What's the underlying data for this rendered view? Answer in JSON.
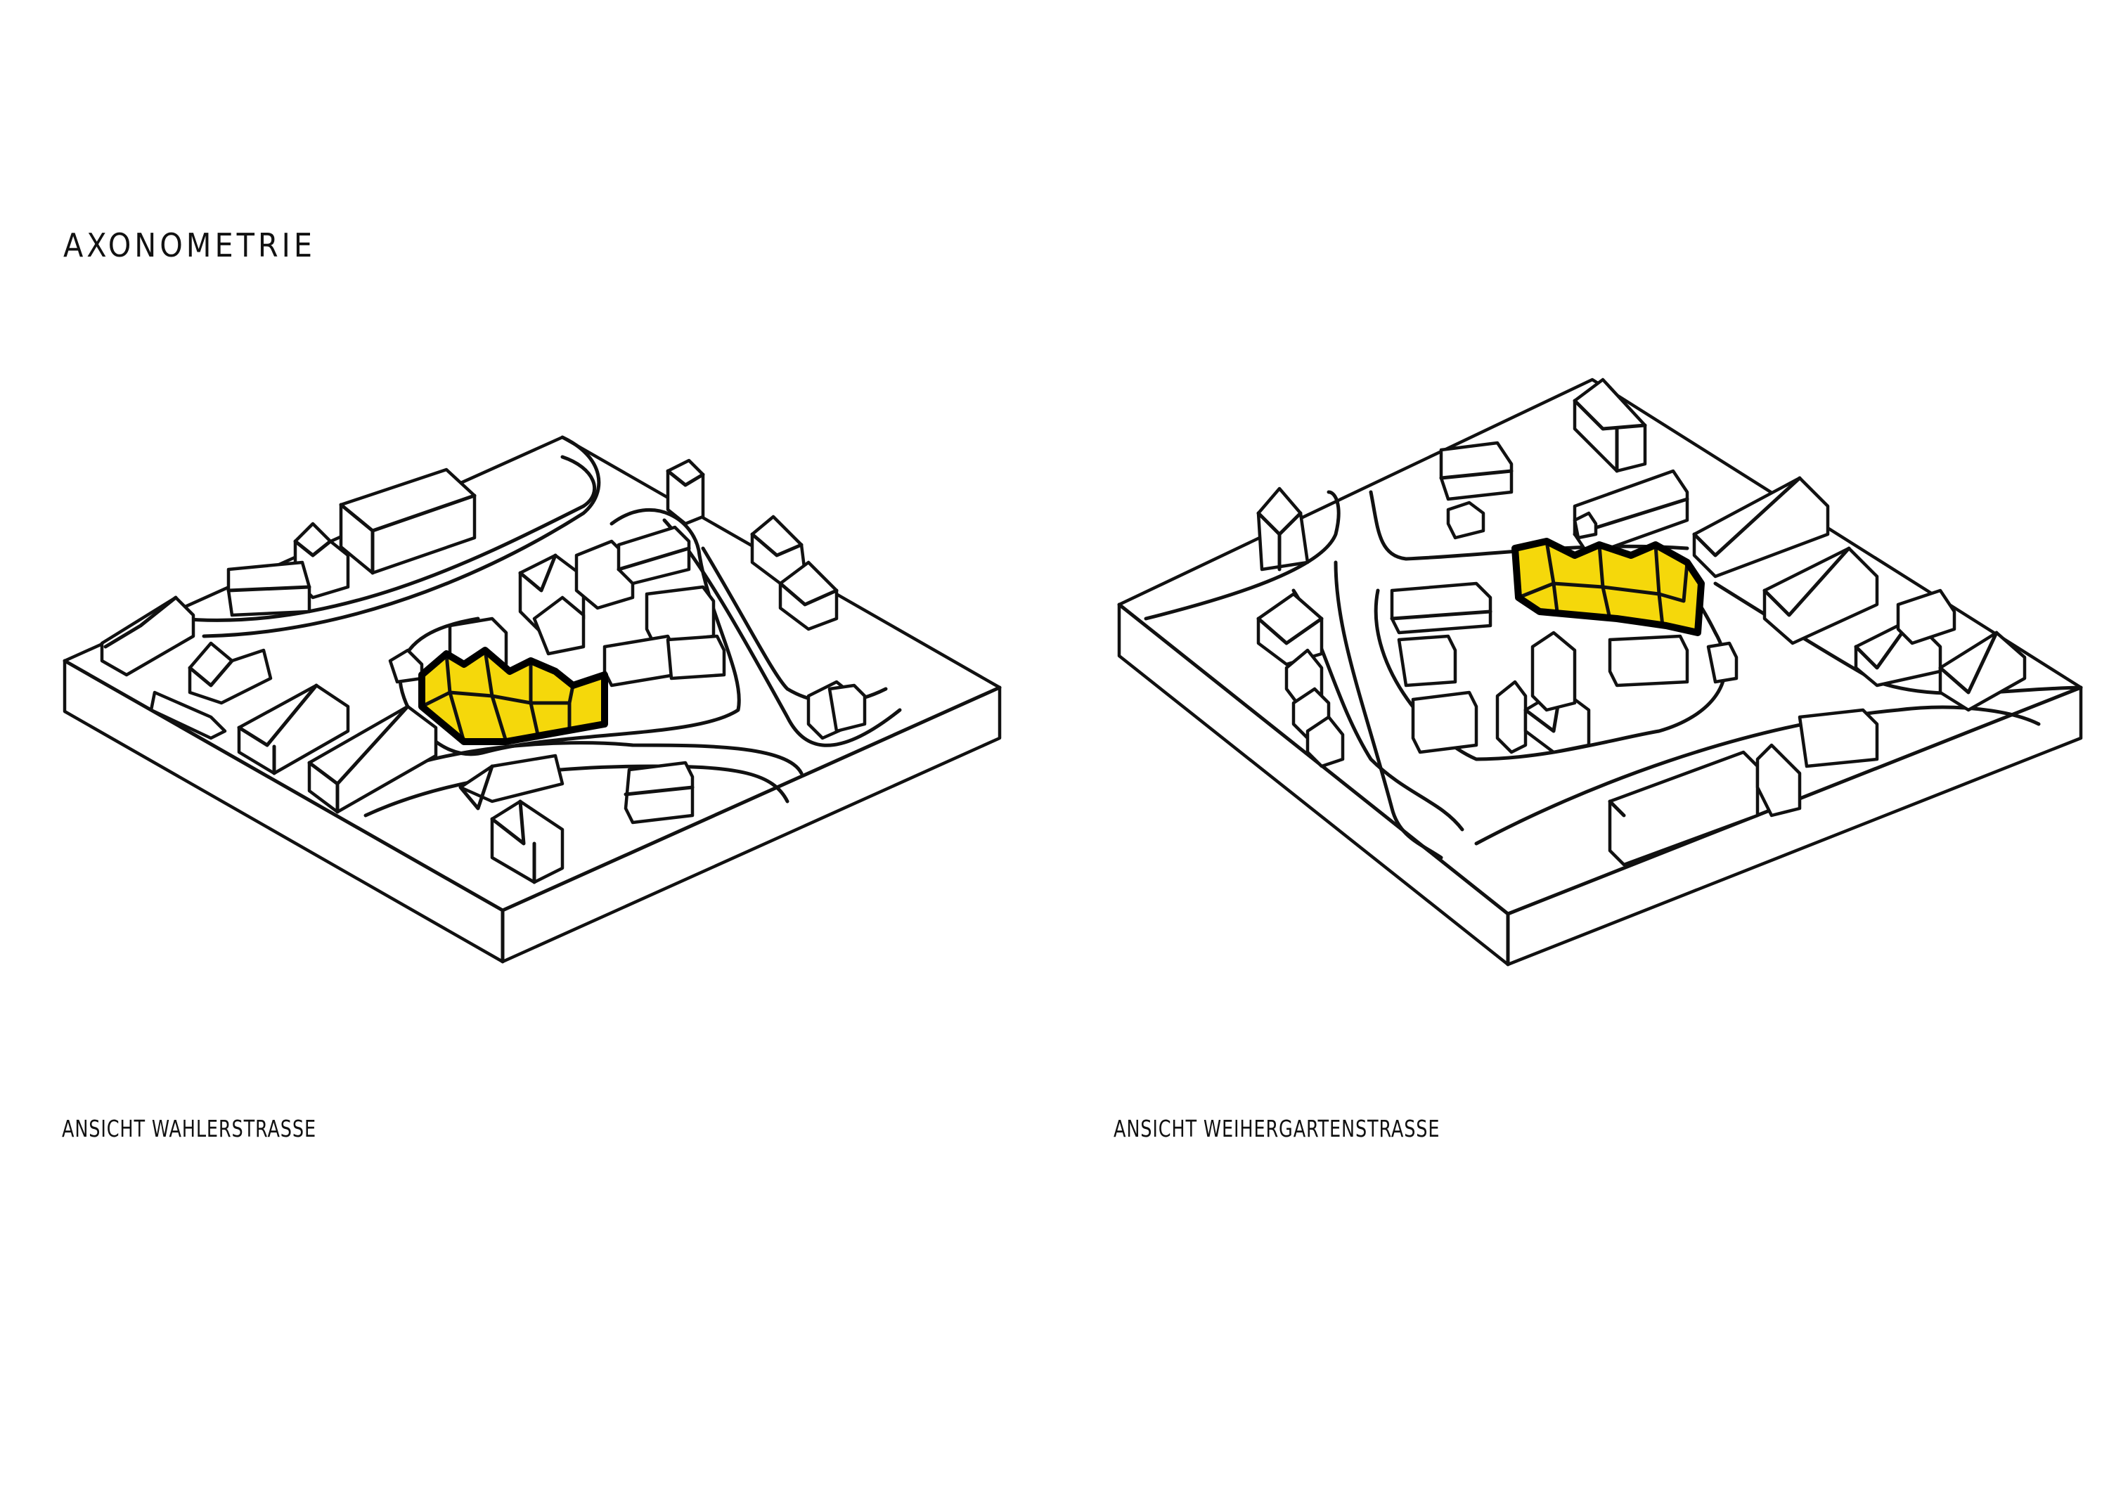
{
  "title": "AXONOMETRIE",
  "views": [
    {
      "caption": "ANSICHT WAHLERSTRASSE"
    },
    {
      "caption": "ANSICHT WEIHERGARTENSTRASSE"
    }
  ],
  "colors": {
    "highlight": "#f5d80b",
    "line": "#111111",
    "background": "#ffffff"
  }
}
